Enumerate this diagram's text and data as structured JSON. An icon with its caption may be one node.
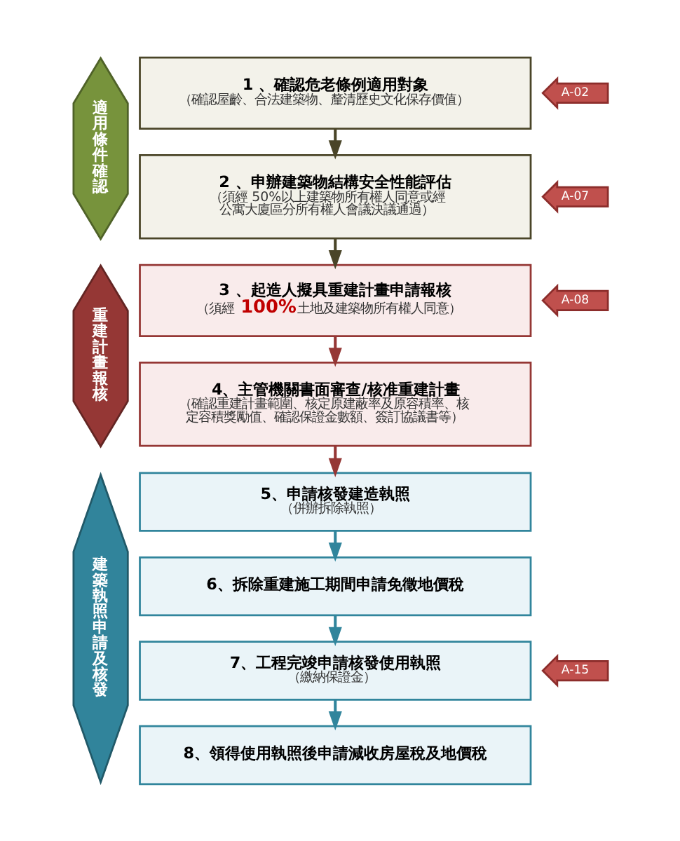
{
  "diagram": {
    "nodes": [
      {
        "text": [
          "適用條件確認"
        ]
      },
      {
        "text": [
          "重建計畫報核"
        ]
      },
      {
        "text": [
          "建築執照申請及核發"
        ]
      },
      {
        "text": [
          "1 、確認危老條例適用對象",
          "（確認屋齡、合法建築物、釐清歷史文化保存價值）"
        ]
      },
      {
        "text": [
          "2 、申辦建築物結構安全性能評估",
          "（須經 50%以上建築物所有權人同意或經公寓大廈區分所有權人會議決議通過）"
        ]
      },
      {
        "text": [
          "3 、起造人擬具重建計畫申請報核",
          "（須經 **100%**土地及建築物所有權人同意）"
        ]
      },
      {
        "text": [
          "4、主管機關書面審查/核准重建計畫",
          "（確認重建計畫範圍、核定原建蔽率及原容積率、核定容積獎勵值、確認保證金數額、簽訂協議書等）"
        ]
      },
      {
        "text": [
          "5、申請核發建造執照",
          "（併辦拆除執照）"
        ]
      },
      {
        "text": [
          "6、拆除重建施工期間申請免徵地價稅"
        ]
      },
      {
        "text": [
          "7、工程完竣申請核發使用執照",
          "（繳納保證金）"
        ]
      },
      {
        "text": [
          "8、領得使用執照後申請減收房屋稅及地價稅"
        ]
      },
      {
        "text": [
          "A-02"
        ]
      },
      {
        "text": [
          "A-07"
        ]
      },
      {
        "text": [
          "A-08"
        ]
      },
      {
        "text": [
          "A-15"
        ]
      }
    ],
    "edges": [
      {
        "from": 3,
        "to": 4,
        "arrow": "to",
        "color": "#4a4528"
      },
      {
        "from": 4,
        "to": 5,
        "arrow": "to",
        "color": "#4a4528"
      },
      {
        "from": 5,
        "to": 6,
        "arrow": "to",
        "color": "#953735"
      },
      {
        "from": 6,
        "to": 7,
        "arrow": "to",
        "color": "#953735"
      },
      {
        "from": 7,
        "to": 8,
        "arrow": "to"
      },
      {
        "from": 8,
        "to": 9,
        "arrow": "to"
      },
      {
        "from": 9,
        "to": 10,
        "arrow": "to"
      }
    ]
  }
}
